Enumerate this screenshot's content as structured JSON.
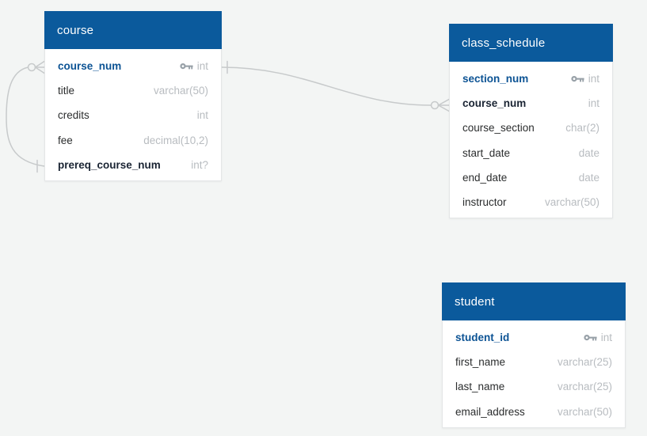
{
  "diagram": {
    "type": "entity-relationship",
    "background_color": "#f3f5f4"
  },
  "colors": {
    "header_bg": "#0b5a9c",
    "header_text": "#ffffff",
    "pk_name_text": "#0c5394",
    "required_name_text": "#1a2433",
    "field_name_text": "#2b2d2e",
    "field_type_text": "#b8bcc0",
    "key_icon": "#98a1a8",
    "relationship_line": "#c7cacb",
    "table_border": "#e4e6e7",
    "table_bg": "#ffffff"
  },
  "tables": [
    {
      "title": "course",
      "columns": [
        {
          "name": "course_num",
          "type": "int",
          "key": "primary"
        },
        {
          "name": "title",
          "type": "varchar(50)"
        },
        {
          "name": "credits",
          "type": "int"
        },
        {
          "name": "fee",
          "type": "decimal(10,2)"
        },
        {
          "name": "prereq_course_num",
          "type": "int?",
          "key": "foreign"
        }
      ]
    },
    {
      "title": "class_schedule",
      "columns": [
        {
          "name": "section_num",
          "type": "int",
          "key": "primary"
        },
        {
          "name": "course_num",
          "type": "int",
          "key": "foreign"
        },
        {
          "name": "course_section",
          "type": "char(2)"
        },
        {
          "name": "start_date",
          "type": "date"
        },
        {
          "name": "end_date",
          "type": "date"
        },
        {
          "name": "instructor",
          "type": "varchar(50)"
        }
      ]
    },
    {
      "title": "student",
      "columns": [
        {
          "name": "student_id",
          "type": "int",
          "key": "primary"
        },
        {
          "name": "first_name",
          "type": "varchar(25)"
        },
        {
          "name": "last_name",
          "type": "varchar(25)"
        },
        {
          "name": "email_address",
          "type": "varchar(50)"
        }
      ]
    }
  ],
  "relationships": [
    {
      "from": "course.course_num",
      "to": "class_schedule.course_num",
      "from_end": "one",
      "to_end": "zero-or-many"
    },
    {
      "from": "course.course_num",
      "to": "course.prereq_course_num",
      "from_end": "zero-or-many",
      "to_end": "one"
    }
  ]
}
